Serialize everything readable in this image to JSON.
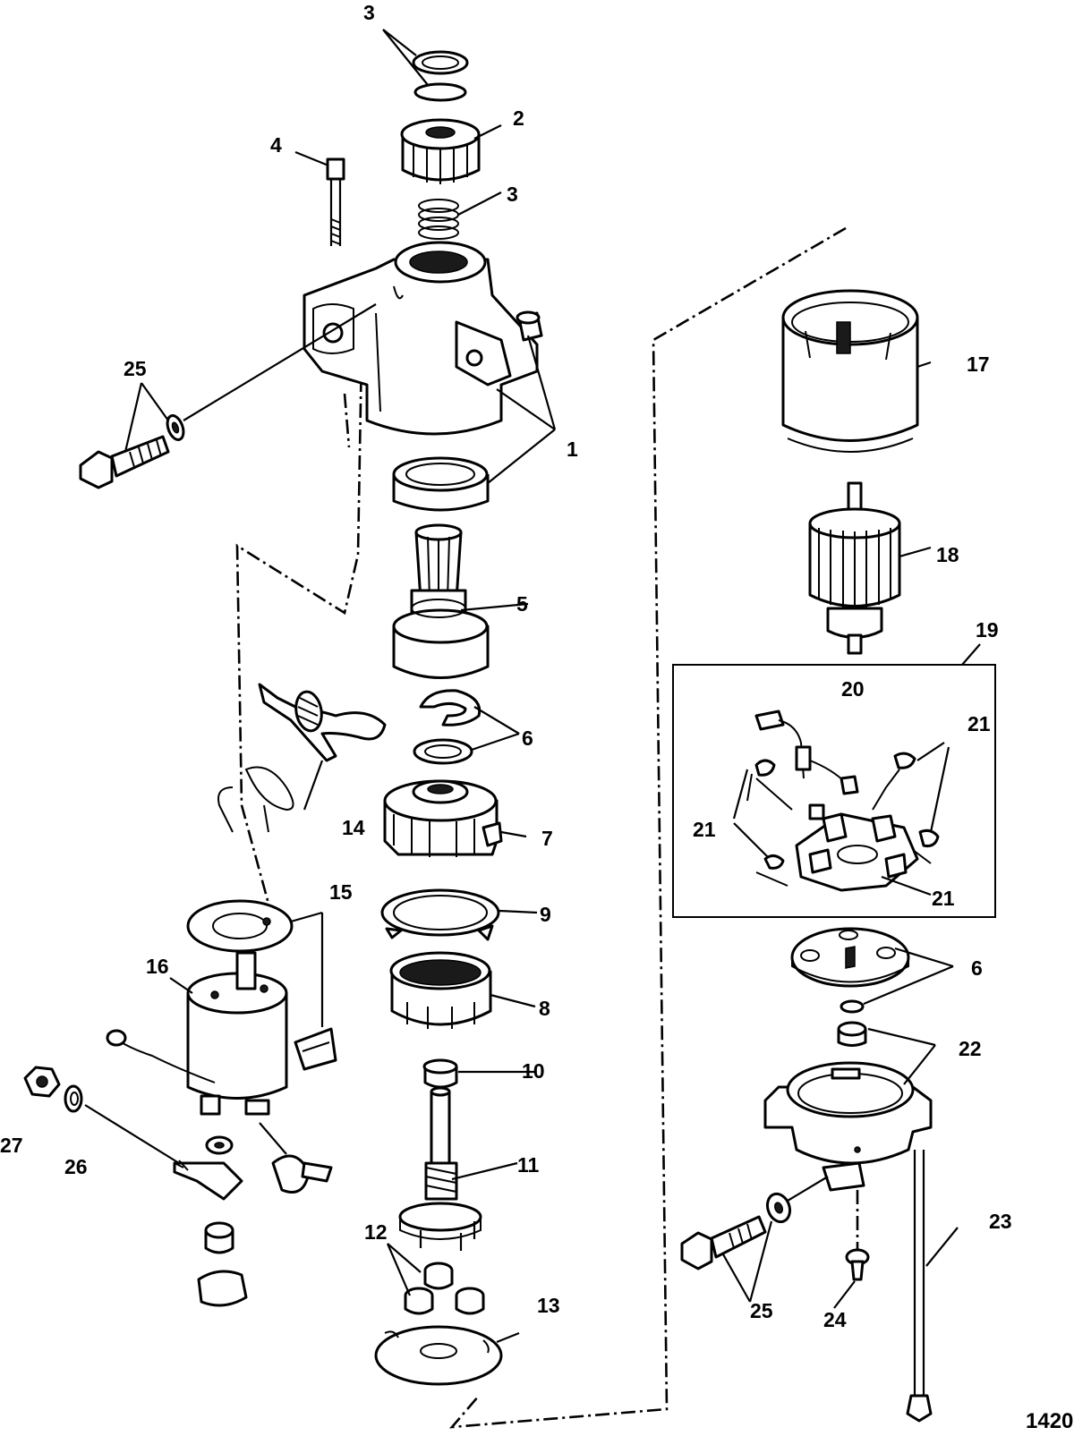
{
  "figure_number": "1420",
  "callouts": [
    {
      "id": "c3a",
      "text": "3"
    },
    {
      "id": "c2",
      "text": "2"
    },
    {
      "id": "c4",
      "text": "4"
    },
    {
      "id": "c3b",
      "text": "3"
    },
    {
      "id": "c25a",
      "text": "25"
    },
    {
      "id": "c1",
      "text": "1"
    },
    {
      "id": "c17",
      "text": "17"
    },
    {
      "id": "c18",
      "text": "18"
    },
    {
      "id": "c5",
      "text": "5"
    },
    {
      "id": "c19",
      "text": "19"
    },
    {
      "id": "c20",
      "text": "20"
    },
    {
      "id": "c21a",
      "text": "21"
    },
    {
      "id": "c6a",
      "text": "6"
    },
    {
      "id": "c14",
      "text": "14"
    },
    {
      "id": "c7",
      "text": "7"
    },
    {
      "id": "c21b",
      "text": "21"
    },
    {
      "id": "c21c",
      "text": "21"
    },
    {
      "id": "c15",
      "text": "15"
    },
    {
      "id": "c9",
      "text": "9"
    },
    {
      "id": "c16",
      "text": "16"
    },
    {
      "id": "c6b",
      "text": "6"
    },
    {
      "id": "c8",
      "text": "8"
    },
    {
      "id": "c22",
      "text": "22"
    },
    {
      "id": "c10",
      "text": "10"
    },
    {
      "id": "c27",
      "text": "27"
    },
    {
      "id": "c26",
      "text": "26"
    },
    {
      "id": "c11",
      "text": "11"
    },
    {
      "id": "c23",
      "text": "23"
    },
    {
      "id": "c12",
      "text": "12"
    },
    {
      "id": "c13",
      "text": "13"
    },
    {
      "id": "c25b",
      "text": "25"
    },
    {
      "id": "c24",
      "text": "24"
    }
  ]
}
